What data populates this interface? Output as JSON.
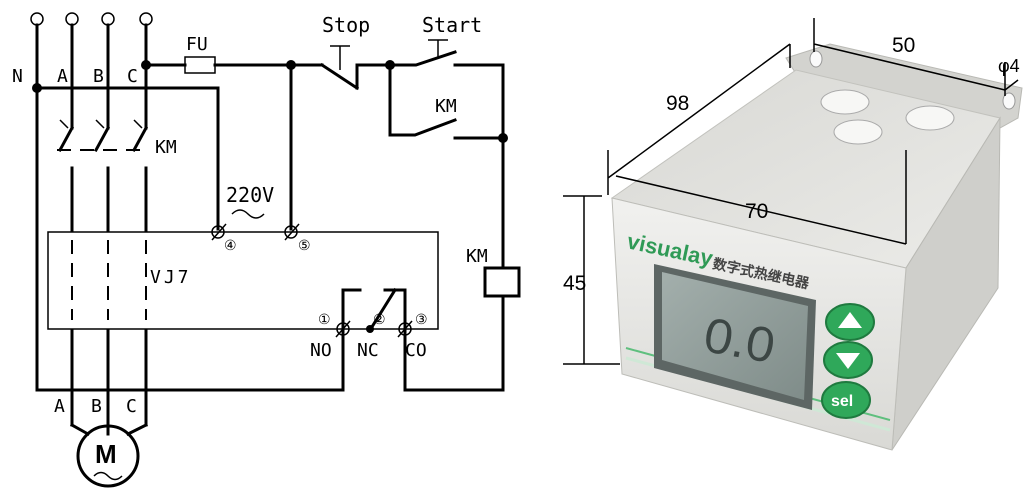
{
  "wiring": {
    "phases": [
      "A",
      "B",
      "C"
    ],
    "neutral": "N",
    "fuse": "FU",
    "stop": "Stop",
    "start": "Start",
    "contactor_main": "KM",
    "contactor_aux": "KM",
    "contactor_coil": "KM",
    "voltage": "220V",
    "relay_model": "VJ7",
    "terminals": [
      "①",
      "②",
      "③",
      "④",
      "⑤"
    ],
    "contacts": [
      "NO",
      "NC",
      "CO"
    ],
    "motor_phases": [
      "A",
      "B",
      "C"
    ],
    "motor": "M"
  },
  "device": {
    "brand": "visualay",
    "name_cn": "数字式热继电器",
    "display": "0.0",
    "buttons": [
      "▲",
      "▼",
      "sel"
    ]
  },
  "dimensions": {
    "width": "50",
    "hole": "φ4",
    "length": "98",
    "depth": "70",
    "height": "45"
  },
  "colors": {
    "device_body": "#e6e6e3",
    "lcd": "#8d9a97",
    "button_green": "#2fa85a",
    "brand_green": "#2f9a56"
  }
}
